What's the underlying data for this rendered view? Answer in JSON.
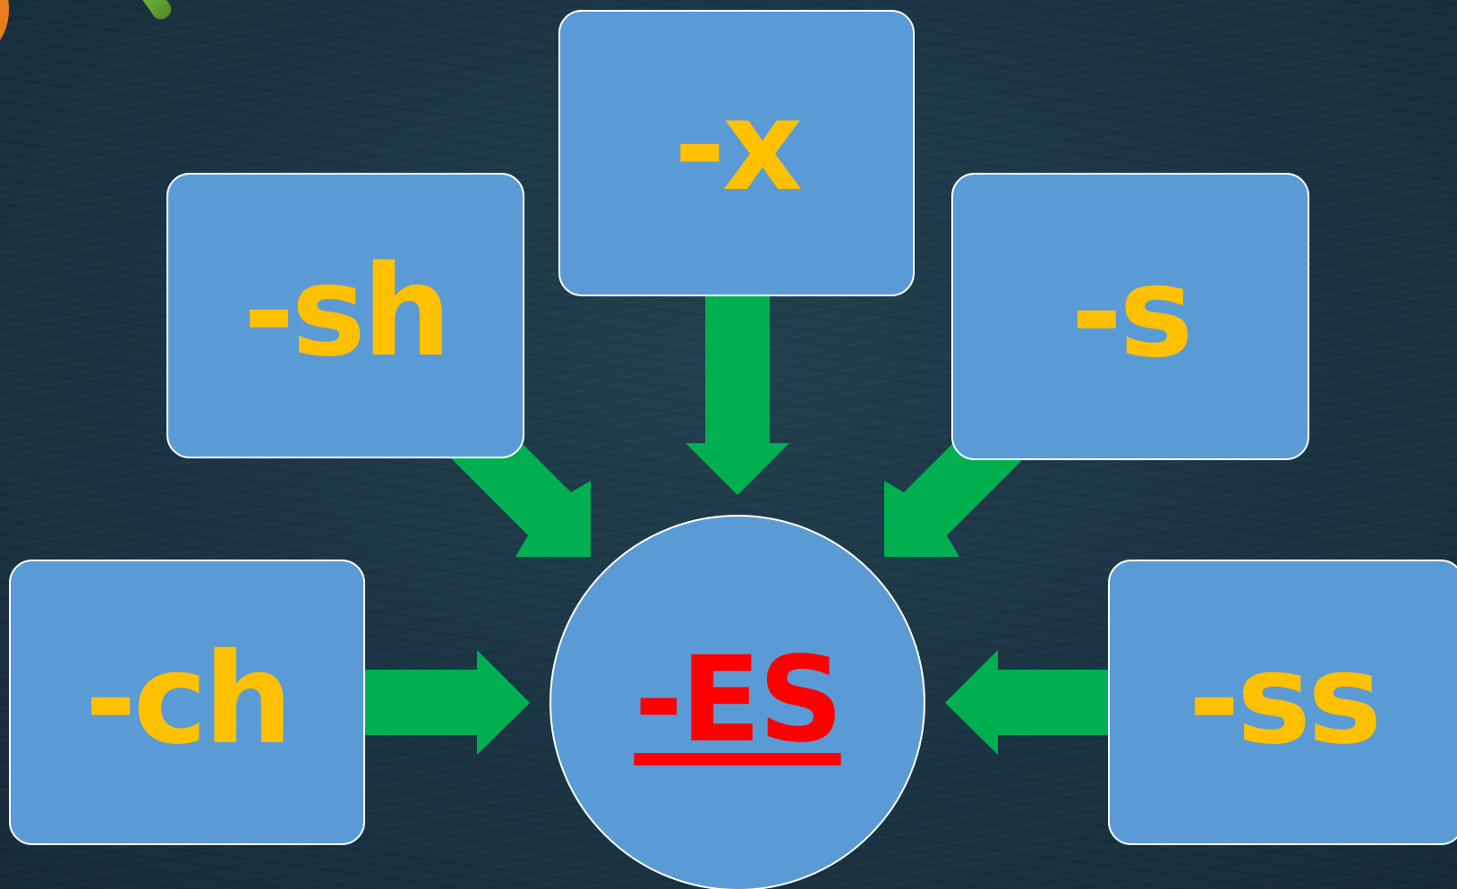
{
  "diagram": {
    "center": {
      "label": "-ES"
    },
    "endings": [
      {
        "id": "x",
        "label": "-x"
      },
      {
        "id": "sh",
        "label": "-sh"
      },
      {
        "id": "s",
        "label": "-s"
      },
      {
        "id": "ch",
        "label": "-ch"
      },
      {
        "id": "ss",
        "label": "-ss"
      }
    ]
  },
  "colors": {
    "background": "#1c3446",
    "box_fill": "#5b9bd5",
    "box_border": "#ffffff",
    "ending_text": "#ffc000",
    "center_text": "#ff0000",
    "arrow": "#00b050"
  },
  "decorations": [
    "orange-shape",
    "pencil-icon"
  ]
}
